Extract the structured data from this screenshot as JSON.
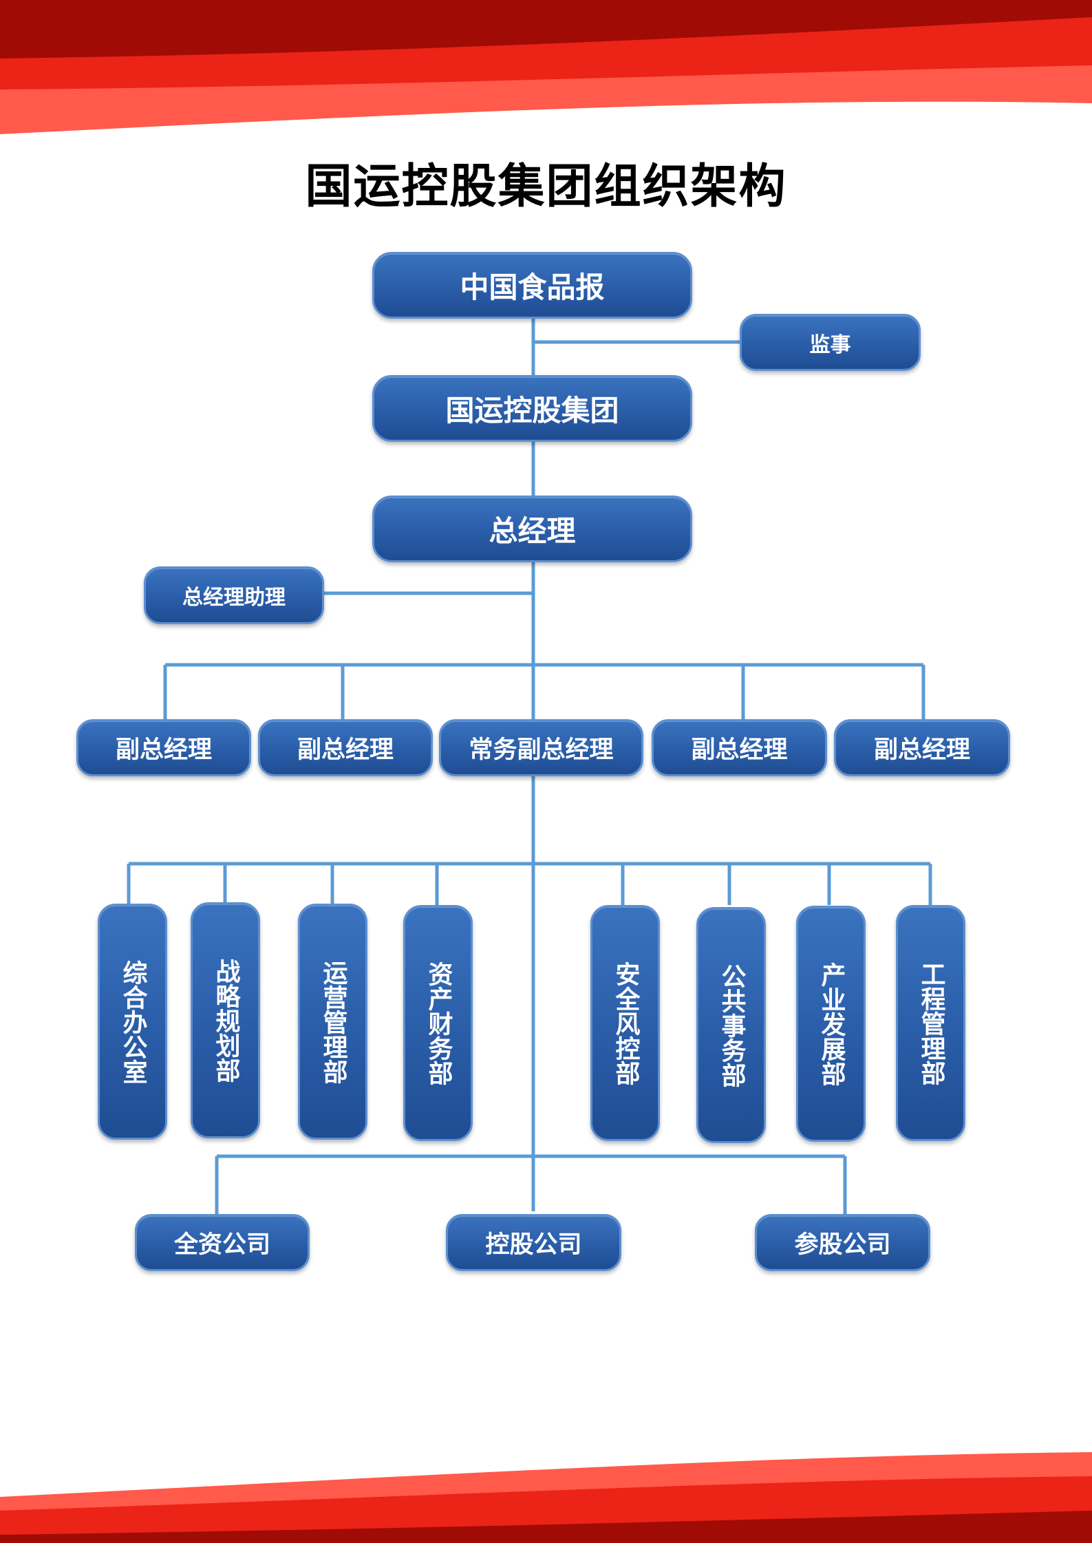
{
  "title": "国运控股集团组织架构",
  "colors": {
    "node_fill": "#2a5da8",
    "connector": "#5b9bd5",
    "accent_dark_red": "#a00b06",
    "accent_red": "#ec2317",
    "accent_light_red": "#ff5a4b"
  },
  "nodes": {
    "top": "中国食品报",
    "supervisor": "监事",
    "group": "国运控股集团",
    "gm": "总经理",
    "gm_assistant": "总经理助理",
    "vps": [
      "副总经理",
      "副总经理",
      "常务副总经理",
      "副总经理",
      "副总经理"
    ],
    "departments": [
      "综合办公室",
      "战略规划部",
      "运营管理部",
      "资产财务部",
      "安全风控部",
      "公共事务部",
      "产业发展部",
      "工程管理部"
    ],
    "companies": [
      "全资公司",
      "控股公司",
      "参股公司"
    ]
  }
}
